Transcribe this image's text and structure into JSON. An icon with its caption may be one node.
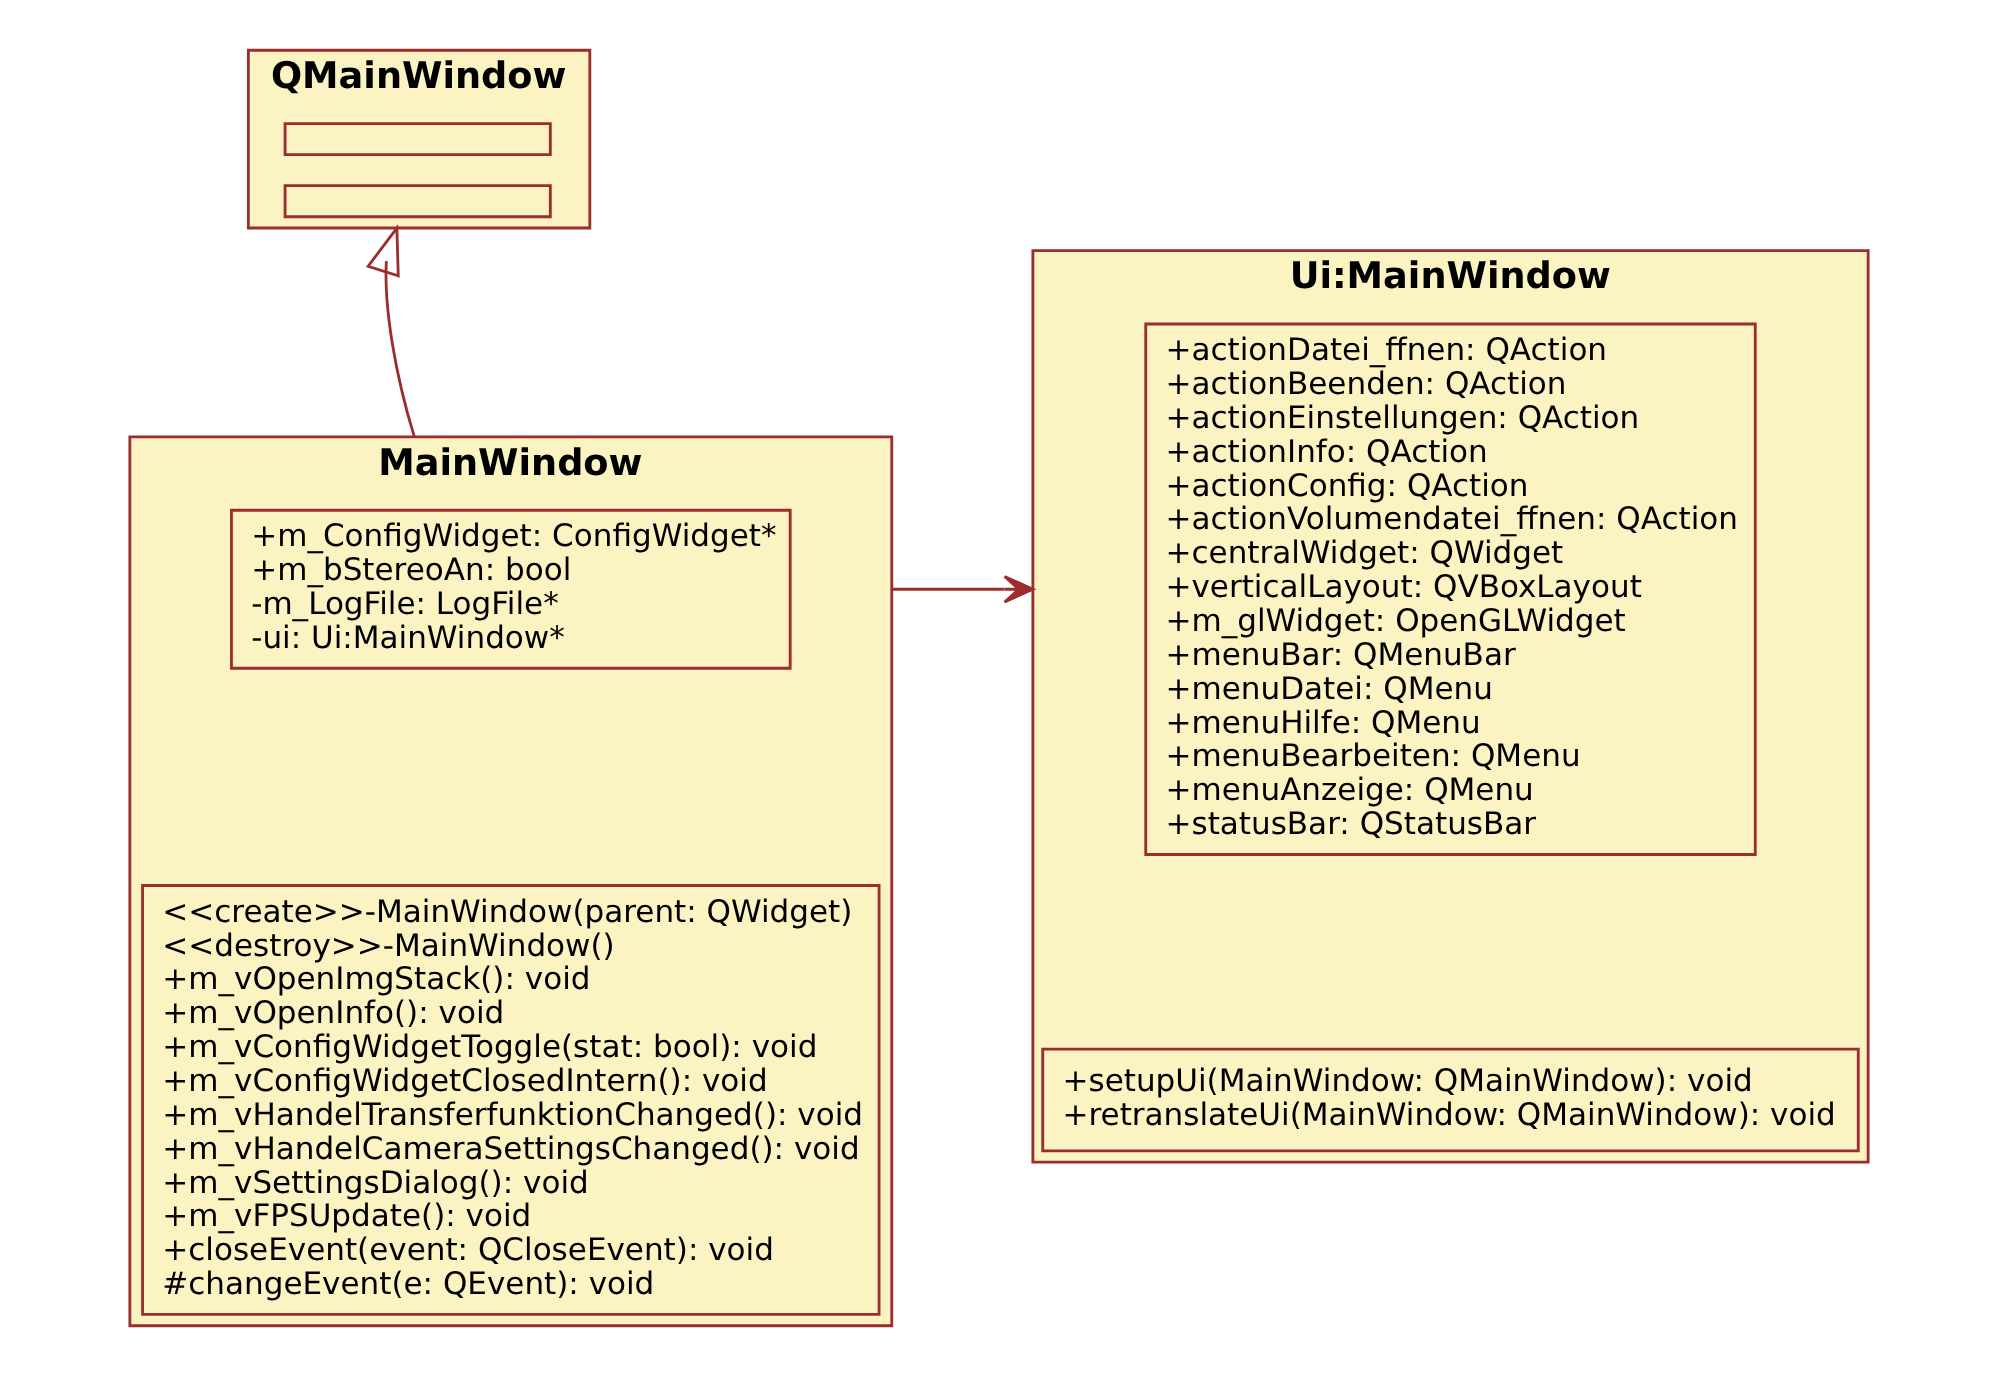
{
  "diagram": {
    "nodes": [
      {
        "text": [
          "QMainWindow"
        ]
      },
      {
        "text": [],
        "shape": "box",
        "in": 0
      },
      {
        "text": [],
        "shape": "box",
        "in": 0
      },
      {
        "text": [
          "MainWindow"
        ]
      },
      {
        "text": [
          "+m_ConfigWidget: ConfigWidget*",
          "+m_bStereoAn: bool",
          "-m_LogFile: LogFile*",
          "-ui: Ui:MainWindow*"
        ],
        "in": 3
      },
      {
        "text": [
          "<<create>>-MainWindow(parent: QWidget)",
          "<<destroy>>-MainWindow()",
          "+m_vOpenImgStack(): void",
          "+m_vOpenInfo(): void",
          "+m_vConfigWidgetToggle(stat: bool): void",
          "+m_vConfigWidgetClosedIntern(): void",
          "+m_vHandelTransferfunktionChanged(): void",
          "+m_vHandelCameraSettingsChanged(): void",
          "+m_vSettingsDialog(): void",
          "+m_vFPSUpdate(): void",
          "+closeEvent(event: QCloseEvent): void",
          "#changeEvent(e: QEvent): void"
        ],
        "in": 3
      },
      {
        "text": [
          "Ui:MainWindow"
        ]
      },
      {
        "text": [
          "+actionDatei_ffnen: QAction",
          "+actionBeenden: QAction",
          "+actionEinstellungen: QAction",
          "+actionInfo: QAction",
          "+actionConfig: QAction",
          "+actionVolumendatei_ffnen: QAction",
          "+centralWidget: QWidget",
          "+verticalLayout: QVBoxLayout",
          "+m_glWidget: OpenGLWidget",
          "+menuBar: QMenuBar",
          "+menuDatei: QMenu",
          "+menuHilfe: QMenu",
          "+menuBearbeiten: QMenu",
          "+menuAnzeige: QMenu",
          "+statusBar: QStatusBar"
        ],
        "in": 6
      },
      {
        "text": [
          "+setupUi(MainWindow: QMainWindow): void",
          "+retranslateUi(MainWindow: QMainWindow): void"
        ],
        "in": 6
      }
    ],
    "edges": [
      {
        "from": 3,
        "to": 0,
        "arrow": "to"
      },
      {
        "from": 3,
        "to": 6,
        "arrow": "to"
      }
    ]
  }
}
